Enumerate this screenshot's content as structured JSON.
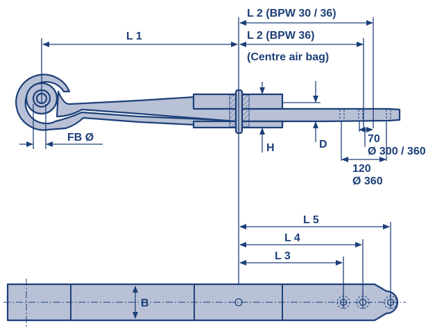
{
  "colors": {
    "line": "#1c3f78",
    "fill": "#b9c1d6",
    "background": "#ffffff"
  },
  "labels": {
    "l1": "L 1",
    "l2_bpw30_36": "L 2 (BPW 30 / 36)",
    "l2_bpw36": "L 2 (BPW 36)",
    "centre_air_bag": "(Centre air bag)",
    "fb": "FB Ø",
    "h": "H",
    "d": "D",
    "dim70": "70",
    "dia300_360": "Ø 300 / 360",
    "dim120": "120",
    "dia360": "Ø 360",
    "l3": "L 3",
    "l4": "L 4",
    "l5": "L 5",
    "b": "B"
  }
}
